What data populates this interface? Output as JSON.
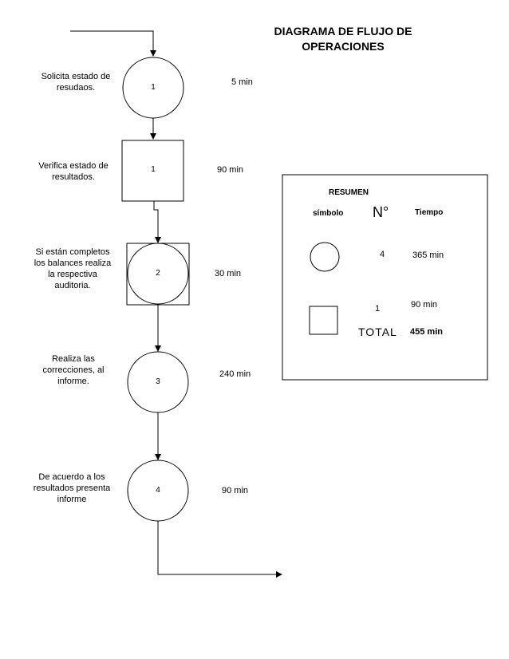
{
  "title": {
    "line1": "DIAGRAMA DE FLUJO DE",
    "line2": "OPERACIONES"
  },
  "steps": [
    {
      "desc": "Solicita estado de resudaos.",
      "symbol": "circle",
      "number": "1",
      "time": "5 min"
    },
    {
      "desc": "Verifica estado de resultados.",
      "symbol": "square",
      "number": "1",
      "time": "90 min"
    },
    {
      "desc": "Si están completos los balances realiza la respectiva auditoria.",
      "symbol": "combined",
      "number": "2",
      "time": "30 min"
    },
    {
      "desc": "Realiza las correcciones, al informe.",
      "symbol": "circle",
      "number": "3",
      "time": "240 min"
    },
    {
      "desc": "De acuerdo a los resultados presenta informe",
      "symbol": "circle",
      "number": "4",
      "time": "90 min"
    }
  ],
  "summary": {
    "heading": "RESUMEN",
    "col_symbol": "símbolo",
    "col_number": "N°",
    "col_time": "Tiempo",
    "rows": [
      {
        "symbol": "circle",
        "count": "4",
        "time": "365 min"
      },
      {
        "symbol": "square",
        "count": "1",
        "time": "90 min"
      }
    ],
    "total_label": "TOTAL",
    "total_time": "455 min"
  }
}
